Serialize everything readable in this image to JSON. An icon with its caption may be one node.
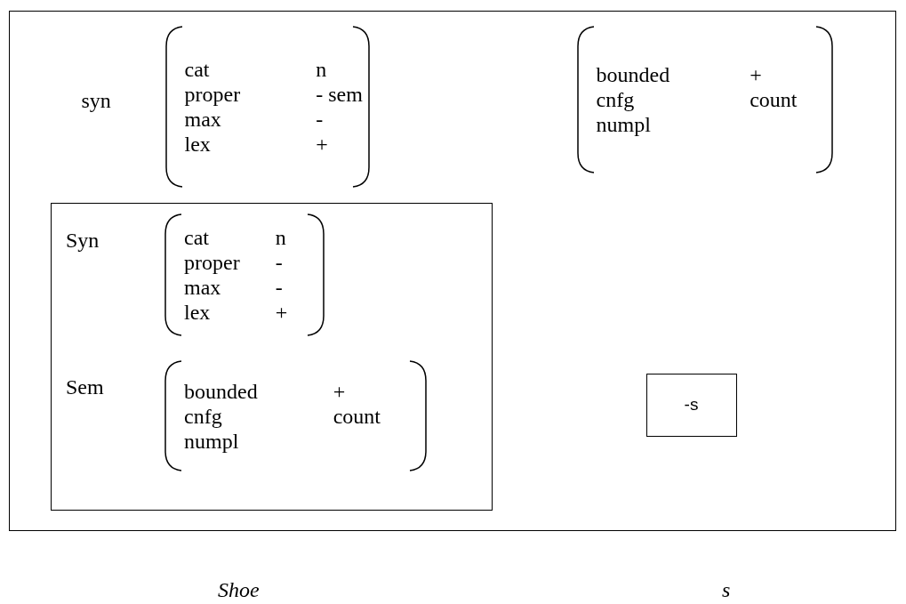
{
  "diagram": {
    "nodes": [
      {
        "text": [],
        "shape": "box"
      },
      {
        "text": [
          "cat",
          "n",
          "proper",
          "- sem",
          "max",
          "-",
          "lex",
          "+"
        ],
        "beside": [
          "syn"
        ],
        "in": 0
      },
      {
        "text": [
          "bounded",
          "+",
          "cnfg",
          "count",
          "numpl"
        ],
        "in": 0
      },
      {
        "text": [],
        "shape": "box",
        "in": 0
      },
      {
        "text": [
          "cat",
          "n",
          "proper",
          "-",
          "max",
          "-",
          "lex",
          "+"
        ],
        "beside": [
          "Syn"
        ],
        "in": 3
      },
      {
        "text": [
          "bounded",
          "+",
          "cnfg",
          "count",
          "numpl"
        ],
        "beside": [
          "Sem"
        ],
        "in": 3
      },
      {
        "text": [
          "-s"
        ],
        "in": 0
      }
    ],
    "edges": [],
    "labels": [
      "Shoe",
      "s"
    ]
  }
}
